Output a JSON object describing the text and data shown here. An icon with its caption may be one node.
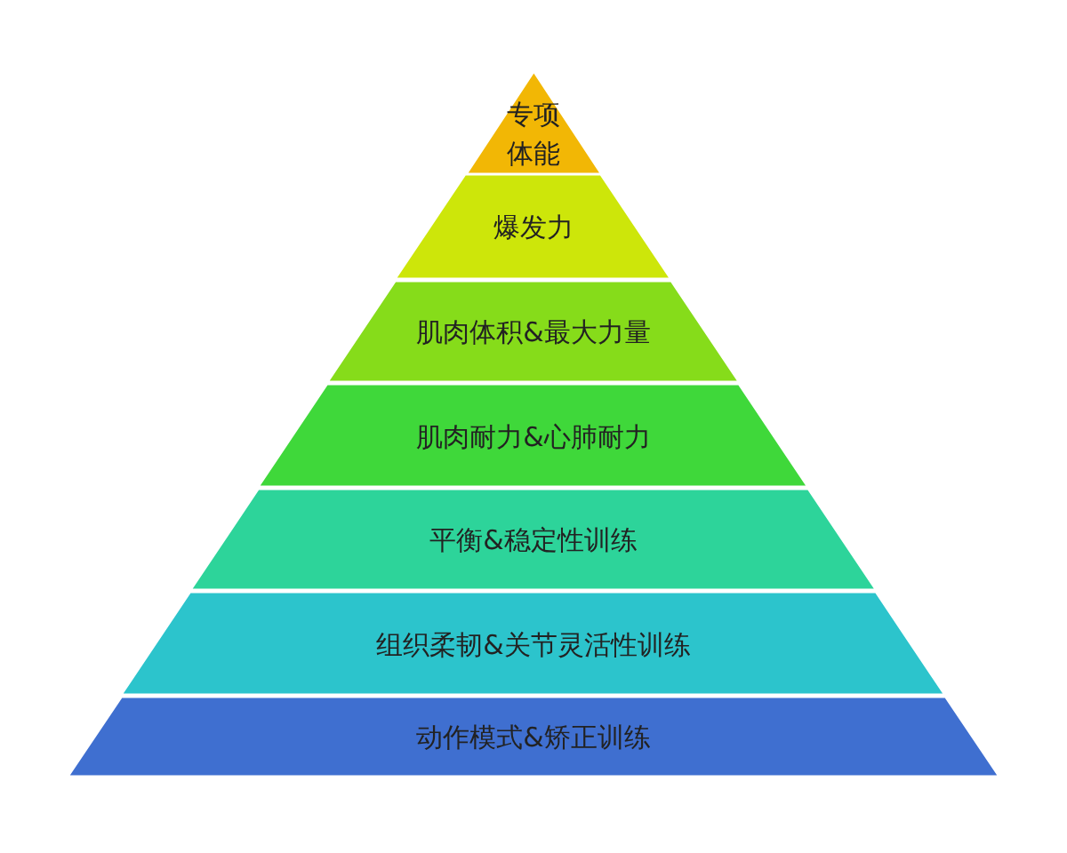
{
  "diagram": {
    "nodes": [
      {
        "text": [
          "专项体能"
        ]
      },
      {
        "text": [
          "爆发力"
        ]
      },
      {
        "text": [
          "肌肉体积&最大力量"
        ]
      },
      {
        "text": [
          "肌肉耐力&心肺耐力"
        ]
      },
      {
        "text": [
          "平衡&稳定性训练"
        ]
      },
      {
        "text": [
          "组织柔韧&关节灵活性训练"
        ]
      },
      {
        "text": [
          "动作模式&矫正训练"
        ]
      }
    ]
  }
}
